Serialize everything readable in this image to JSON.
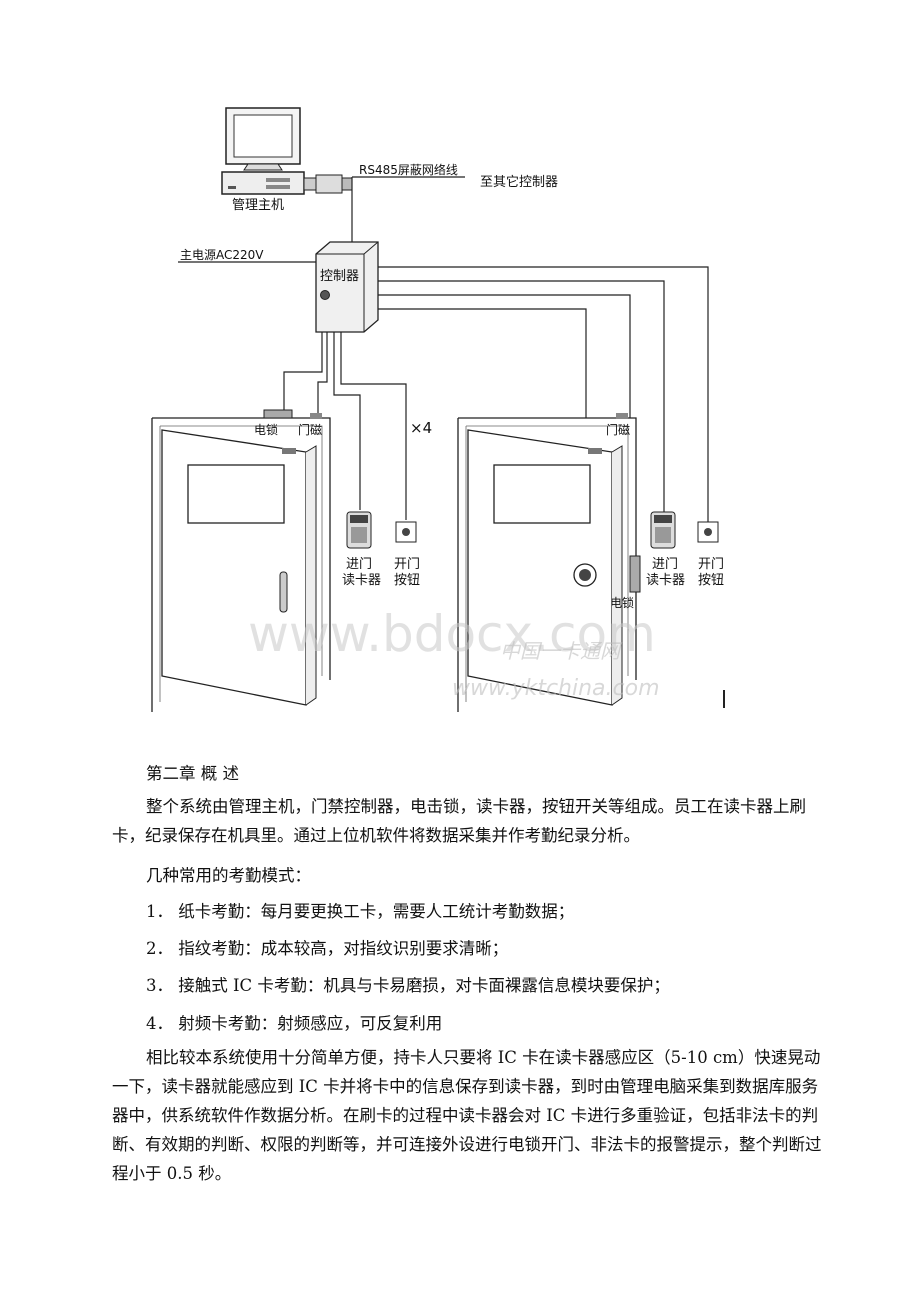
{
  "diagram": {
    "labels": {
      "host": "管理主机",
      "rs485": "RS485屏蔽网络线",
      "other_controllers": "至其它控制器",
      "power": "主电源AC220V",
      "controller": "控制器",
      "lock_left": "电锁",
      "mag_left": "门磁",
      "times": "×4",
      "mag_right": "门磁",
      "reader_left": [
        "进门",
        "读卡器"
      ],
      "button_left": [
        "开门",
        "按钮"
      ],
      "reader_right": [
        "进门",
        "读卡器"
      ],
      "button_right": [
        "开门",
        "按钮"
      ],
      "lock_right": "电锁"
    },
    "watermarks": {
      "bdocx": "www.bdocx.com",
      "cn_site": "中国一卡通网",
      "ykt": "www.yktchina.com"
    }
  },
  "document": {
    "chapter_title": "第二章 概 述",
    "intro": "整个系统由管理主机，门禁控制器，电击锁，读卡器，按钮开关等组成。员工在读卡器上刷卡，纪录保存在机具里。通过上位机软件将数据采集并作考勤纪录分析。",
    "modes_heading": "几种常用的考勤模式：",
    "modes": [
      "1． 纸卡考勤：每月要更换工卡，需要人工统计考勤数据；",
      "2． 指纹考勤：成本较高，对指纹识别要求清晰；",
      "3． 接触式 IC 卡考勤：机具与卡易磨损，对卡面裸露信息模块要保护；",
      "4． 射频卡考勤：射频感应，可反复利用"
    ],
    "summary": "相比较本系统使用十分简单方便，持卡人只要将 IC 卡在读卡器感应区（5-10 cm）快速晃动一下，读卡器就能感应到 IC 卡并将卡中的信息保存到读卡器，到时由管理电脑采集到数据库服务器中，供系统软件作数据分析。在刷卡的过程中读卡器会对 IC 卡进行多重验证，包括非法卡的判断、有效期的判断、权限的判断等，并可连接外设进行电锁开门、非法卡的报警提示，整个判断过程小于 0.5 秒。"
  }
}
